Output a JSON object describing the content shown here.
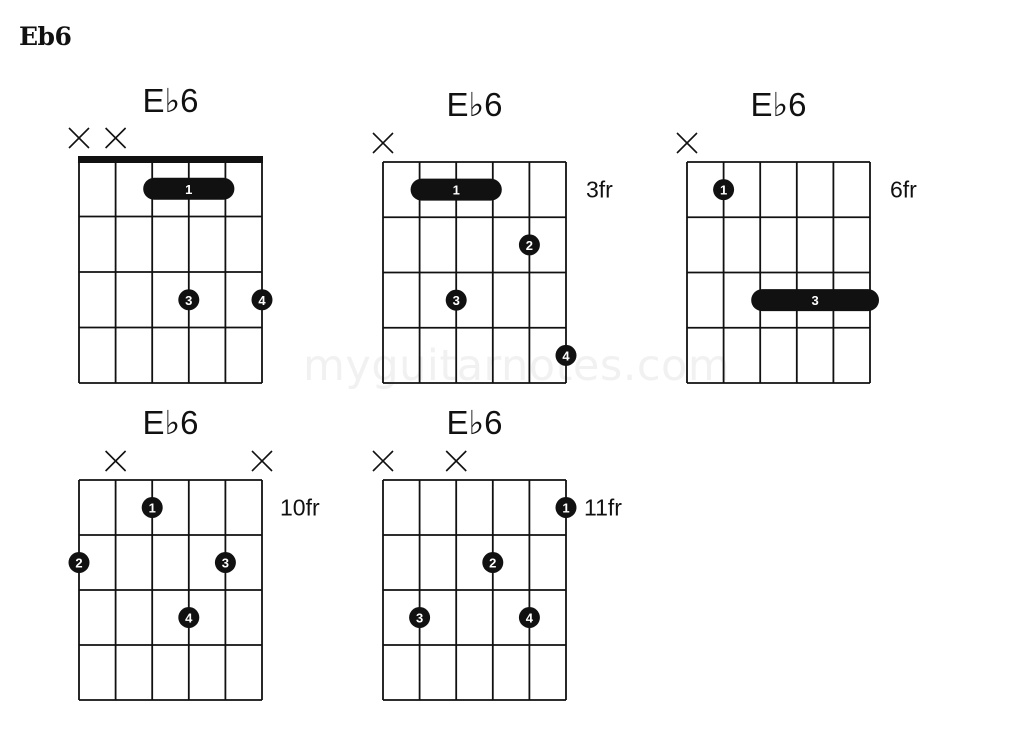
{
  "page": {
    "heading": "Eb6",
    "watermark": "myguitarnotes.com"
  },
  "colors": {
    "ink": "#111111",
    "finger_text": "#ffffff",
    "watermark": "#f1f1f1",
    "background": "#ffffff"
  },
  "chords": [
    {
      "title": "E♭6",
      "fret_label": "",
      "nut": true,
      "muted_strings": [
        1,
        2
      ],
      "barres": [
        {
          "finger": "1",
          "fret": 1,
          "from_string": 3,
          "to_string": 5
        }
      ],
      "dots": [
        {
          "finger": "3",
          "string": 4,
          "fret": 3
        },
        {
          "finger": "4",
          "string": 6,
          "fret": 3
        }
      ]
    },
    {
      "title": "E♭6",
      "fret_label": "3fr",
      "nut": false,
      "muted_strings": [
        1
      ],
      "barres": [
        {
          "finger": "1",
          "fret": 1,
          "from_string": 2,
          "to_string": 4
        }
      ],
      "dots": [
        {
          "finger": "2",
          "string": 5,
          "fret": 2
        },
        {
          "finger": "3",
          "string": 3,
          "fret": 3
        },
        {
          "finger": "4",
          "string": 6,
          "fret": 4
        }
      ]
    },
    {
      "title": "E♭6",
      "fret_label": "6fr",
      "nut": false,
      "muted_strings": [
        1
      ],
      "barres": [
        {
          "finger": "3",
          "fret": 3,
          "from_string": 3,
          "to_string": 6
        }
      ],
      "dots": [
        {
          "finger": "1",
          "string": 2,
          "fret": 1
        }
      ]
    },
    {
      "title": "E♭6",
      "fret_label": "10fr",
      "nut": false,
      "muted_strings": [
        2,
        6
      ],
      "barres": [],
      "dots": [
        {
          "finger": "1",
          "string": 3,
          "fret": 1
        },
        {
          "finger": "2",
          "string": 1,
          "fret": 2
        },
        {
          "finger": "3",
          "string": 5,
          "fret": 2
        },
        {
          "finger": "4",
          "string": 4,
          "fret": 3
        }
      ]
    },
    {
      "title": "E♭6",
      "fret_label": "11fr",
      "nut": false,
      "muted_strings": [
        1,
        3
      ],
      "barres": [],
      "dots": [
        {
          "finger": "1",
          "string": 6,
          "fret": 1
        },
        {
          "finger": "2",
          "string": 4,
          "fret": 2
        },
        {
          "finger": "3",
          "string": 2,
          "fret": 3
        },
        {
          "finger": "4",
          "string": 5,
          "fret": 3
        }
      ]
    }
  ]
}
